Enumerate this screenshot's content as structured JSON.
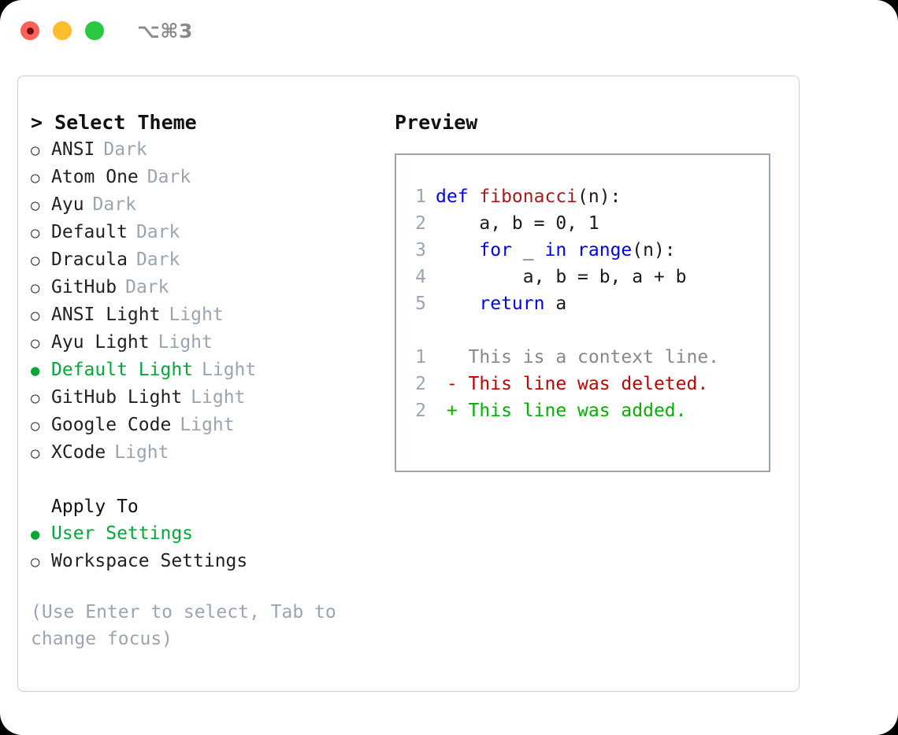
{
  "titlebar": {
    "shortcut": "⌥⌘3",
    "buttons": [
      {
        "name": "close-button",
        "color": "#ff6159"
      },
      {
        "name": "minimize-button",
        "color": "#ffbd2e"
      },
      {
        "name": "maximize-button",
        "color": "#28c840"
      }
    ]
  },
  "theme_picker": {
    "heading": "> Select Theme",
    "marker_selected": "●",
    "marker_unselected": "○",
    "items": [
      {
        "label": "ANSI",
        "tag": "Dark",
        "selected": false
      },
      {
        "label": "Atom One",
        "tag": "Dark",
        "selected": false
      },
      {
        "label": "Ayu",
        "tag": "Dark",
        "selected": false
      },
      {
        "label": "Default",
        "tag": "Dark",
        "selected": false
      },
      {
        "label": "Dracula",
        "tag": "Dark",
        "selected": false
      },
      {
        "label": "GitHub",
        "tag": "Dark",
        "selected": false
      },
      {
        "label": "ANSI Light",
        "tag": "Light",
        "selected": false
      },
      {
        "label": "Ayu Light",
        "tag": "Light",
        "selected": false
      },
      {
        "label": "Default Light",
        "tag": "Light",
        "selected": true
      },
      {
        "label": "GitHub Light",
        "tag": "Light",
        "selected": false
      },
      {
        "label": "Google Code",
        "tag": "Light",
        "selected": false
      },
      {
        "label": "XCode",
        "tag": "Light",
        "selected": false
      }
    ]
  },
  "apply_to": {
    "heading": "Apply To",
    "items": [
      {
        "label": "User Settings",
        "selected": true
      },
      {
        "label": "Workspace Settings",
        "selected": false
      }
    ]
  },
  "hint": "(Use Enter to select, Tab to change focus)",
  "preview": {
    "title": "Preview",
    "code_lines": [
      {
        "num": "1",
        "tokens": [
          {
            "t": "def ",
            "c": "kw"
          },
          {
            "t": "fibonacci",
            "c": "fn"
          },
          {
            "t": "(n):",
            "c": "plain"
          }
        ]
      },
      {
        "num": "2",
        "tokens": [
          {
            "t": "    a, b = 0, 1",
            "c": "plain"
          }
        ]
      },
      {
        "num": "3",
        "tokens": [
          {
            "t": "    ",
            "c": "plain"
          },
          {
            "t": "for",
            "c": "kw"
          },
          {
            "t": " _ ",
            "c": "plain"
          },
          {
            "t": "in range",
            "c": "kw"
          },
          {
            "t": "(n):",
            "c": "plain"
          }
        ]
      },
      {
        "num": "4",
        "tokens": [
          {
            "t": "        a, b = b, a + b",
            "c": "plain"
          }
        ]
      },
      {
        "num": "5",
        "tokens": [
          {
            "t": "    ",
            "c": "plain"
          },
          {
            "t": "return",
            "c": "kw"
          },
          {
            "t": " a",
            "c": "plain"
          }
        ]
      }
    ],
    "diff_lines": [
      {
        "num": "1",
        "tokens": [
          {
            "t": "   This is a context line.",
            "c": "ctx"
          }
        ]
      },
      {
        "num": "2",
        "tokens": [
          {
            "t": " - This line was deleted.",
            "c": "del"
          }
        ]
      },
      {
        "num": "2",
        "tokens": [
          {
            "t": " + This line was added.",
            "c": "add"
          }
        ]
      }
    ]
  },
  "colors": {
    "accent_green": "#00a838",
    "muted": "#9aa5b1",
    "keyword_blue": "#0000ee",
    "function_red": "#a61b1b",
    "diff_add": "#00b000",
    "diff_del": "#c00000",
    "panel_border": "#c9ccd4"
  }
}
